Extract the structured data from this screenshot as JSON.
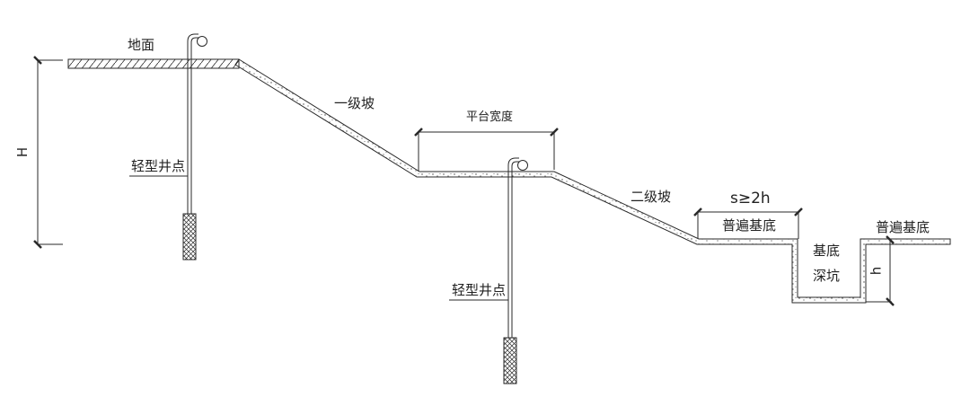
{
  "diagram": {
    "type": "excavation cross-section with light well points",
    "colors": {
      "line": "#2a2a2a",
      "fill": "#ffffff",
      "speckle": "#444444"
    },
    "labels": {
      "ground": "地面",
      "slope1": "一级坡",
      "platform_width": "平台宽度",
      "slope2": "二级坡",
      "well_point_1": "轻型井点",
      "well_point_2": "轻型井点",
      "spacing_rule": "s≥2h",
      "base_left": "普遍基底",
      "base_right": "普遍基底",
      "pit_line1": "基底",
      "pit_line2": "深坑",
      "height_H": "H",
      "height_h": "h"
    }
  }
}
